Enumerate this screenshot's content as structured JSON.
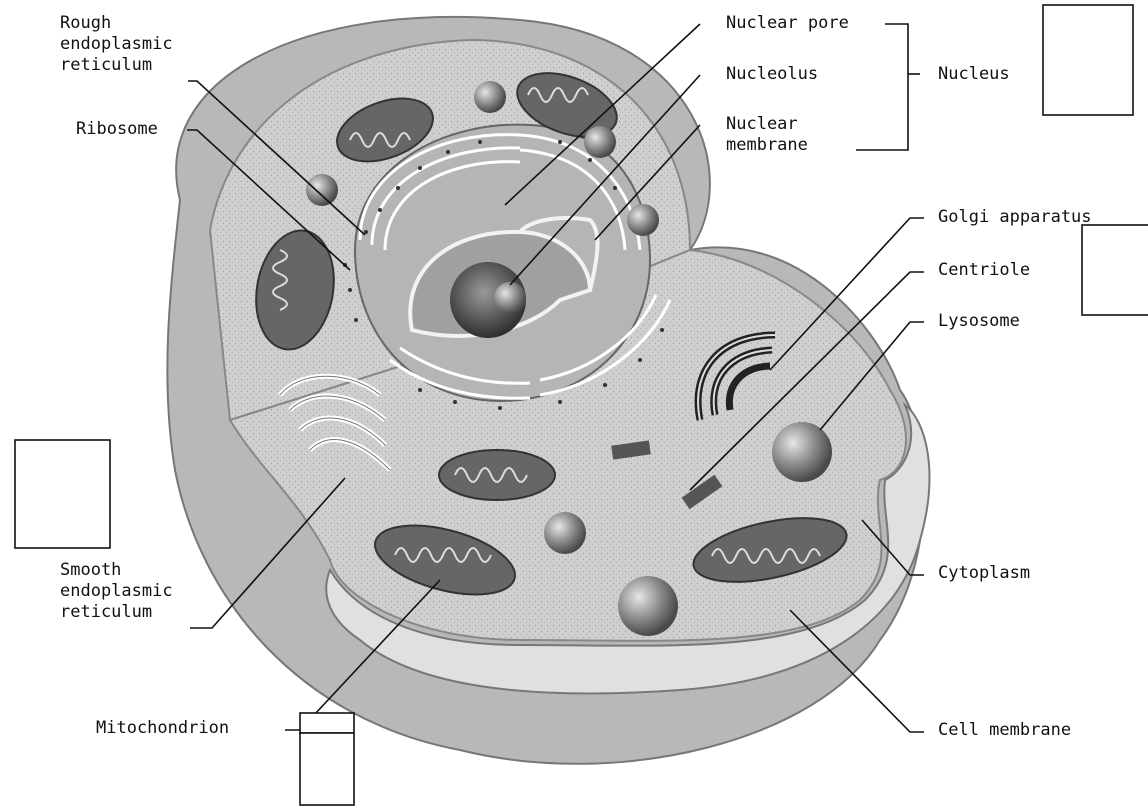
{
  "labels": {
    "rough_er": [
      "Rough",
      "endoplasmic",
      "reticulum"
    ],
    "ribosome": "Ribosome",
    "nuclear_pore": "Nuclear pore",
    "nucleolus": "Nucleolus",
    "nuclear_membrane": [
      "Nuclear",
      "membrane"
    ],
    "nucleus": "Nucleus",
    "golgi": "Golgi apparatus",
    "centriole": "Centriole",
    "lysosome": "Lysosome",
    "smooth_er": [
      "Smooth",
      "endoplasmic",
      "reticulum"
    ],
    "cytoplasm": "Cytoplasm",
    "cell_membrane": "Cell membrane",
    "mitochondrion": "Mitochondrion"
  },
  "answer_boxes": [
    "",
    "",
    "",
    "",
    ""
  ],
  "colors": {
    "cytoplasm": "#c9c9c9",
    "cell_wall": "#a9a9a9",
    "organelle_dark": "#555555",
    "membrane_light": "#f2f2f2",
    "line": "#111111"
  }
}
